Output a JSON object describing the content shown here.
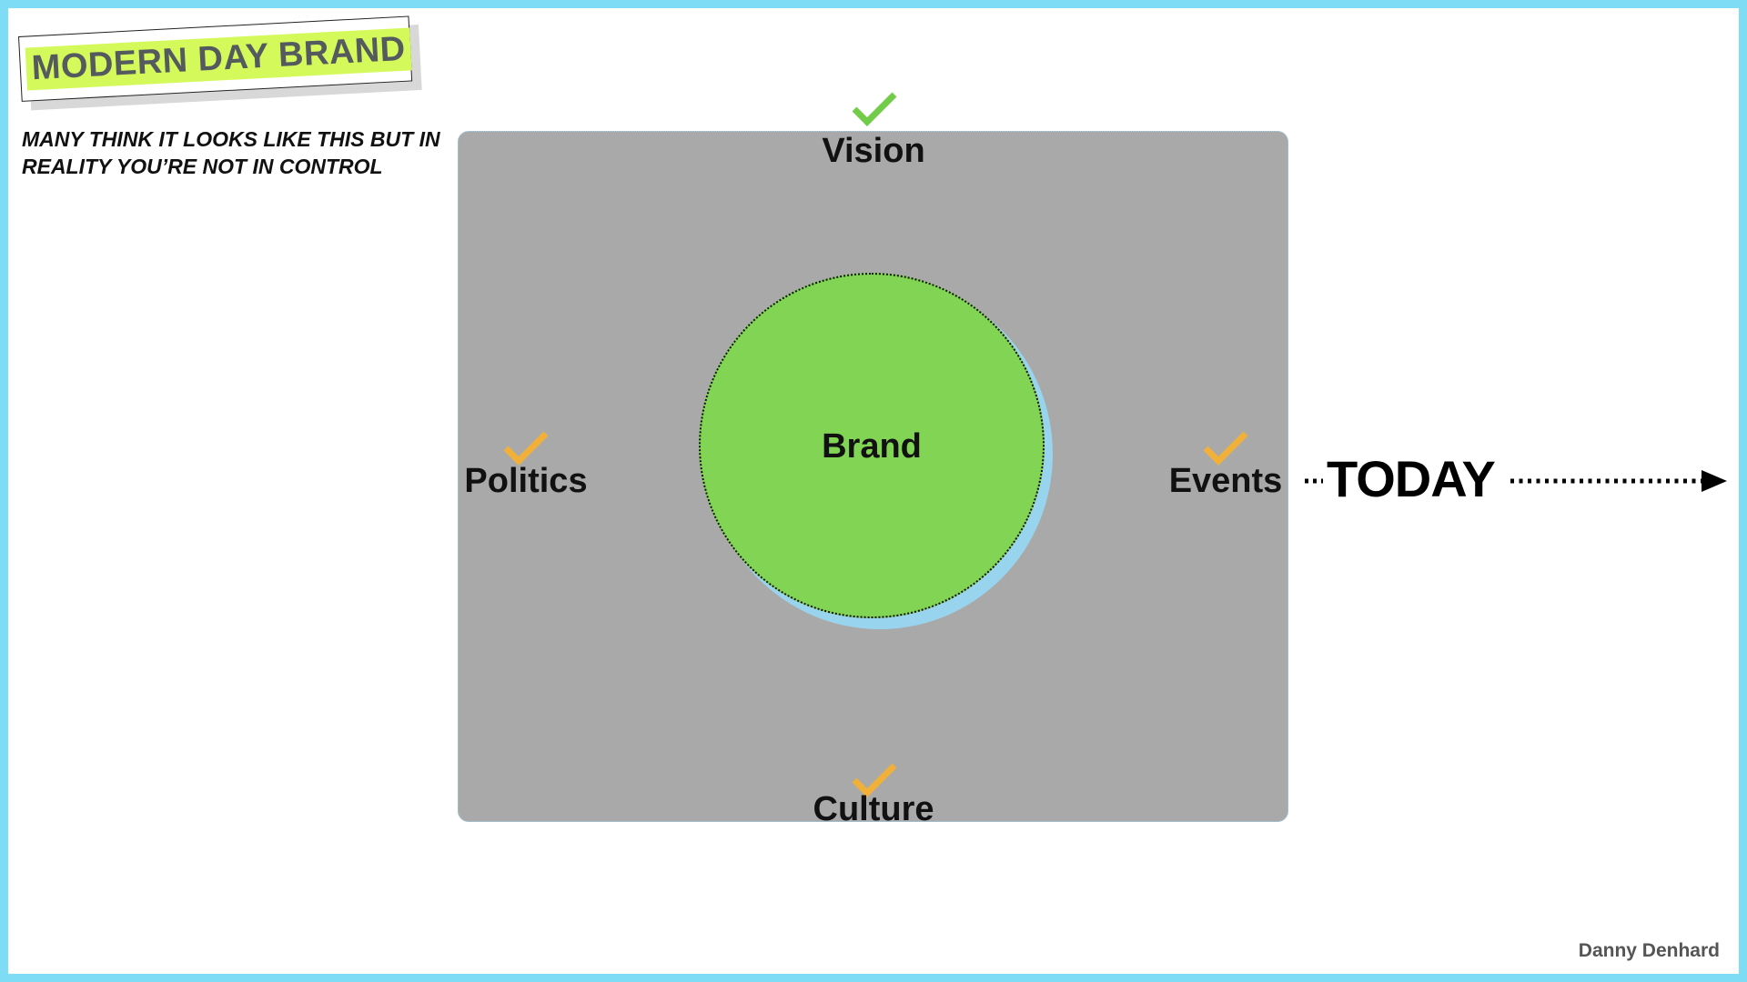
{
  "title": "MODERN DAY BRAND",
  "subtitle_lines": [
    "MANY THINK IT LOOKS LIKE THIS BUT IN",
    "REALITY YOU’RE NOT IN CONTROL"
  ],
  "diagram": {
    "center": "Brand",
    "top": "Vision",
    "left": "Politics",
    "right": "Events",
    "bottom": "Culture"
  },
  "timeline": "TODAY",
  "author": "Danny Denhard",
  "icons": {
    "vision_check": "check-icon-green",
    "other_checks": "check-icon-orange",
    "arrow": "arrow-right-icon"
  },
  "colors": {
    "frame": "#7fdcf5",
    "title_highlight": "#d4f95b",
    "box": "#a9a9a9",
    "brand_circle": "#82d454",
    "circle_shadow": "#99d4ee",
    "check_green": "#72cc4a",
    "check_orange": "#f0b03a"
  }
}
